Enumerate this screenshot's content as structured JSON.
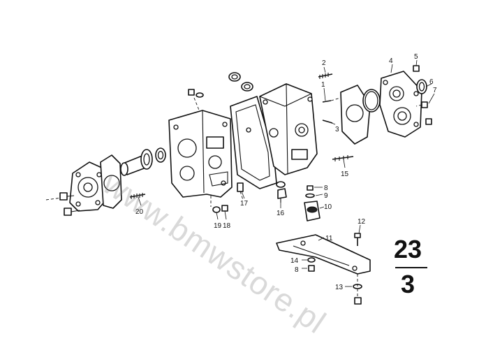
{
  "labels": [
    {
      "id": "1",
      "text": "1"
    },
    {
      "id": "2",
      "text": "2"
    },
    {
      "id": "3",
      "text": "3"
    },
    {
      "id": "4",
      "text": "4"
    },
    {
      "id": "5",
      "text": "5"
    },
    {
      "id": "6",
      "text": "6"
    },
    {
      "id": "7",
      "text": "7"
    },
    {
      "id": "8a",
      "text": "8"
    },
    {
      "id": "8b",
      "text": "8"
    },
    {
      "id": "9",
      "text": "9"
    },
    {
      "id": "10",
      "text": "10"
    },
    {
      "id": "11",
      "text": "11"
    },
    {
      "id": "12",
      "text": "12"
    },
    {
      "id": "13",
      "text": "13"
    },
    {
      "id": "14",
      "text": "14"
    },
    {
      "id": "15",
      "text": "15"
    },
    {
      "id": "16",
      "text": "16"
    },
    {
      "id": "17",
      "text": "17"
    },
    {
      "id": "18",
      "text": "18"
    },
    {
      "id": "19",
      "text": "19"
    },
    {
      "id": "20",
      "text": "20"
    }
  ],
  "group": {
    "top": "23",
    "bottom": "3"
  },
  "watermark": "www.bmwstore.pl",
  "colors": {
    "ink": "#111111",
    "paper": "#ffffff",
    "watermark": "#787878"
  }
}
